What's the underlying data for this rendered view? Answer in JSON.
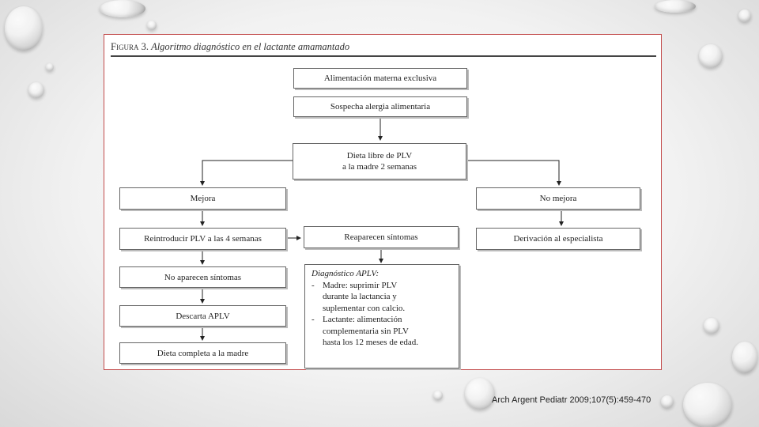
{
  "figure": {
    "label": "Figura 3.",
    "title": "Algoritmo diagnóstico en el lactante amamantado"
  },
  "boxes": {
    "alimentacion": "Alimentación materna exclusiva",
    "sospecha": "Sospecha alergia alimentaria",
    "dieta_line1": "Dieta libre de PLV",
    "dieta_line2": "a la madre 2 semanas",
    "mejora": "Mejora",
    "no_mejora": "No mejora",
    "reintroducir": "Reintroducir PLV a las 4 semanas",
    "reaparecen": "Reaparecen síntomas",
    "derivacion": "Derivación al especialista",
    "no_aparecen": "No aparecen síntomas",
    "descarta": "Descarta APLV",
    "dieta_completa": "Dieta completa a la madre"
  },
  "diagnostico": {
    "title": "Diagnóstico APLV:",
    "items": [
      {
        "dash": "-",
        "lines": [
          "Madre: suprimir PLV",
          "durante la lactancia y",
          "suplementar con calcio."
        ]
      },
      {
        "dash": "-",
        "lines": [
          "Lactante: alimentación",
          "complementaria sin PLV",
          "hasta los 12 meses de edad."
        ]
      }
    ]
  },
  "citation": "Arch Argent Pediatr 2009;107(5):459-470"
}
